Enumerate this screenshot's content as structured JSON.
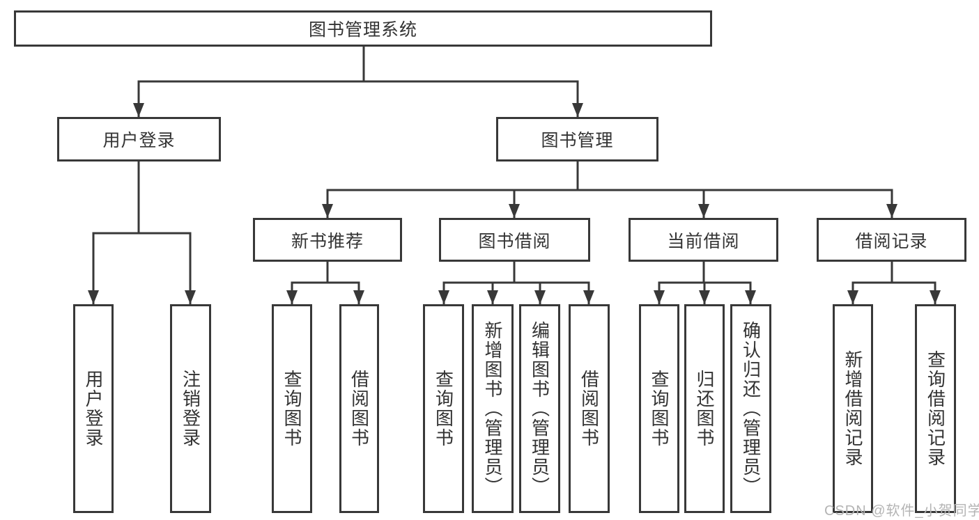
{
  "diagram": {
    "watermark": "CSDN @软件_小贺同学",
    "colors": {
      "line": "#383838",
      "border": "#383838",
      "text": "#333333",
      "background": "#ffffff",
      "watermark": "#b4b4b4"
    },
    "nodes": {
      "root": {
        "label": "图书管理系统"
      },
      "level2": [
        {
          "label": "用户登录"
        },
        {
          "label": "图书管理"
        }
      ],
      "level3": [
        {
          "label": "新书推荐"
        },
        {
          "label": "图书借阅"
        },
        {
          "label": "当前借阅"
        },
        {
          "label": "借阅记录"
        }
      ],
      "leaves": {
        "user_login": [
          "用户登录",
          "注销登录"
        ],
        "new_book_recommend": [
          "查询图书",
          "借阅图书"
        ],
        "book_borrow": [
          "查询图书",
          "新增图书（管理员）",
          "编辑图书（管理员）",
          "借阅图书"
        ],
        "current_borrow": [
          "查询图书",
          "归还图书",
          "确认归还（管理员）"
        ],
        "borrow_record": [
          "新增借阅记录",
          "查询借阅记录"
        ]
      }
    }
  }
}
